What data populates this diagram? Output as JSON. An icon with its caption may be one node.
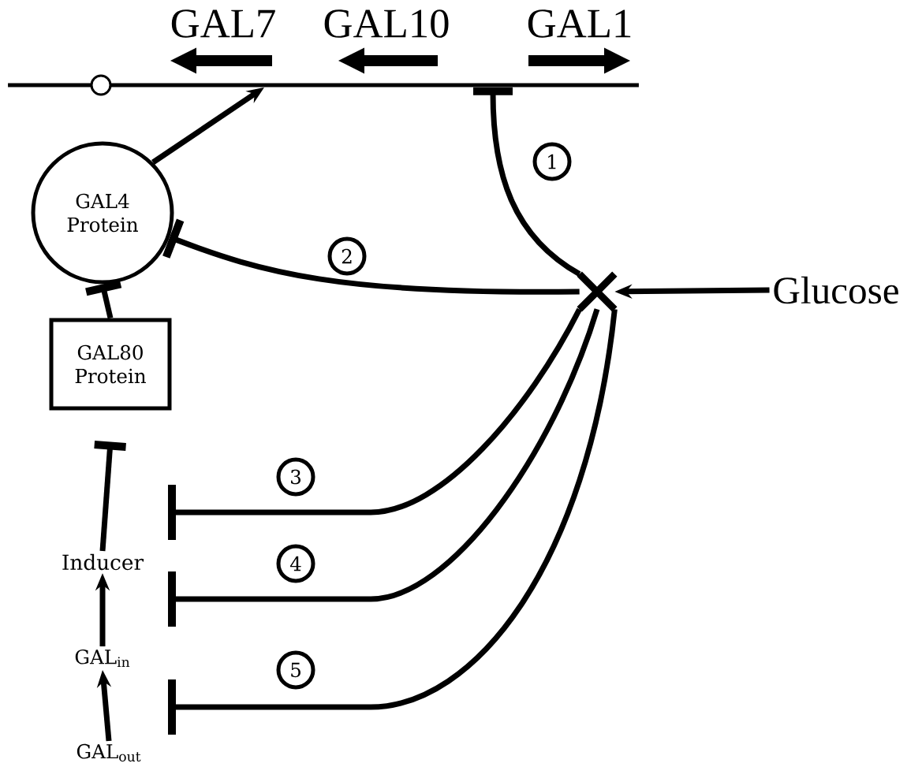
{
  "diagram": {
    "nodes": [
      {
        "text": [],
        "shape": "line"
      },
      {
        "text": [
          "GAL4 Protein"
        ]
      },
      {
        "text": [
          "GAL80 Protein"
        ]
      },
      {
        "text": [
          "Inducer"
        ]
      },
      {
        "text": [
          "GAL$_{in}$"
        ]
      },
      {
        "text": [
          "GAL$_{out}$"
        ]
      },
      {
        "text": [],
        "shape": "cross"
      },
      {
        "text": [
          "Glucose"
        ]
      }
    ],
    "edges": [
      {
        "from": 1,
        "to": 0,
        "arrow": "to"
      },
      {
        "from": 6,
        "to": 0,
        "arrow": "other",
        "label": "1"
      },
      {
        "from": 6,
        "to": 1,
        "arrow": "other",
        "label": "2"
      },
      {
        "from": 2,
        "to": 1,
        "arrow": "other"
      },
      {
        "from": 3,
        "to": 2,
        "arrow": "other"
      },
      {
        "from": 4,
        "to": 3,
        "arrow": "to"
      },
      {
        "from": 5,
        "to": 4,
        "arrow": "to"
      },
      {
        "from": 7,
        "to": 6,
        "arrow": "to"
      },
      {
        "from": 6,
        "to": null,
        "arrow": "other",
        "label": "3"
      },
      {
        "from": 6,
        "to": null,
        "arrow": "other",
        "label": "4"
      },
      {
        "from": 6,
        "to": null,
        "arrow": "other",
        "label": "5"
      }
    ],
    "labels": [
      "GAL7",
      "GAL10",
      "GAL1"
    ]
  }
}
